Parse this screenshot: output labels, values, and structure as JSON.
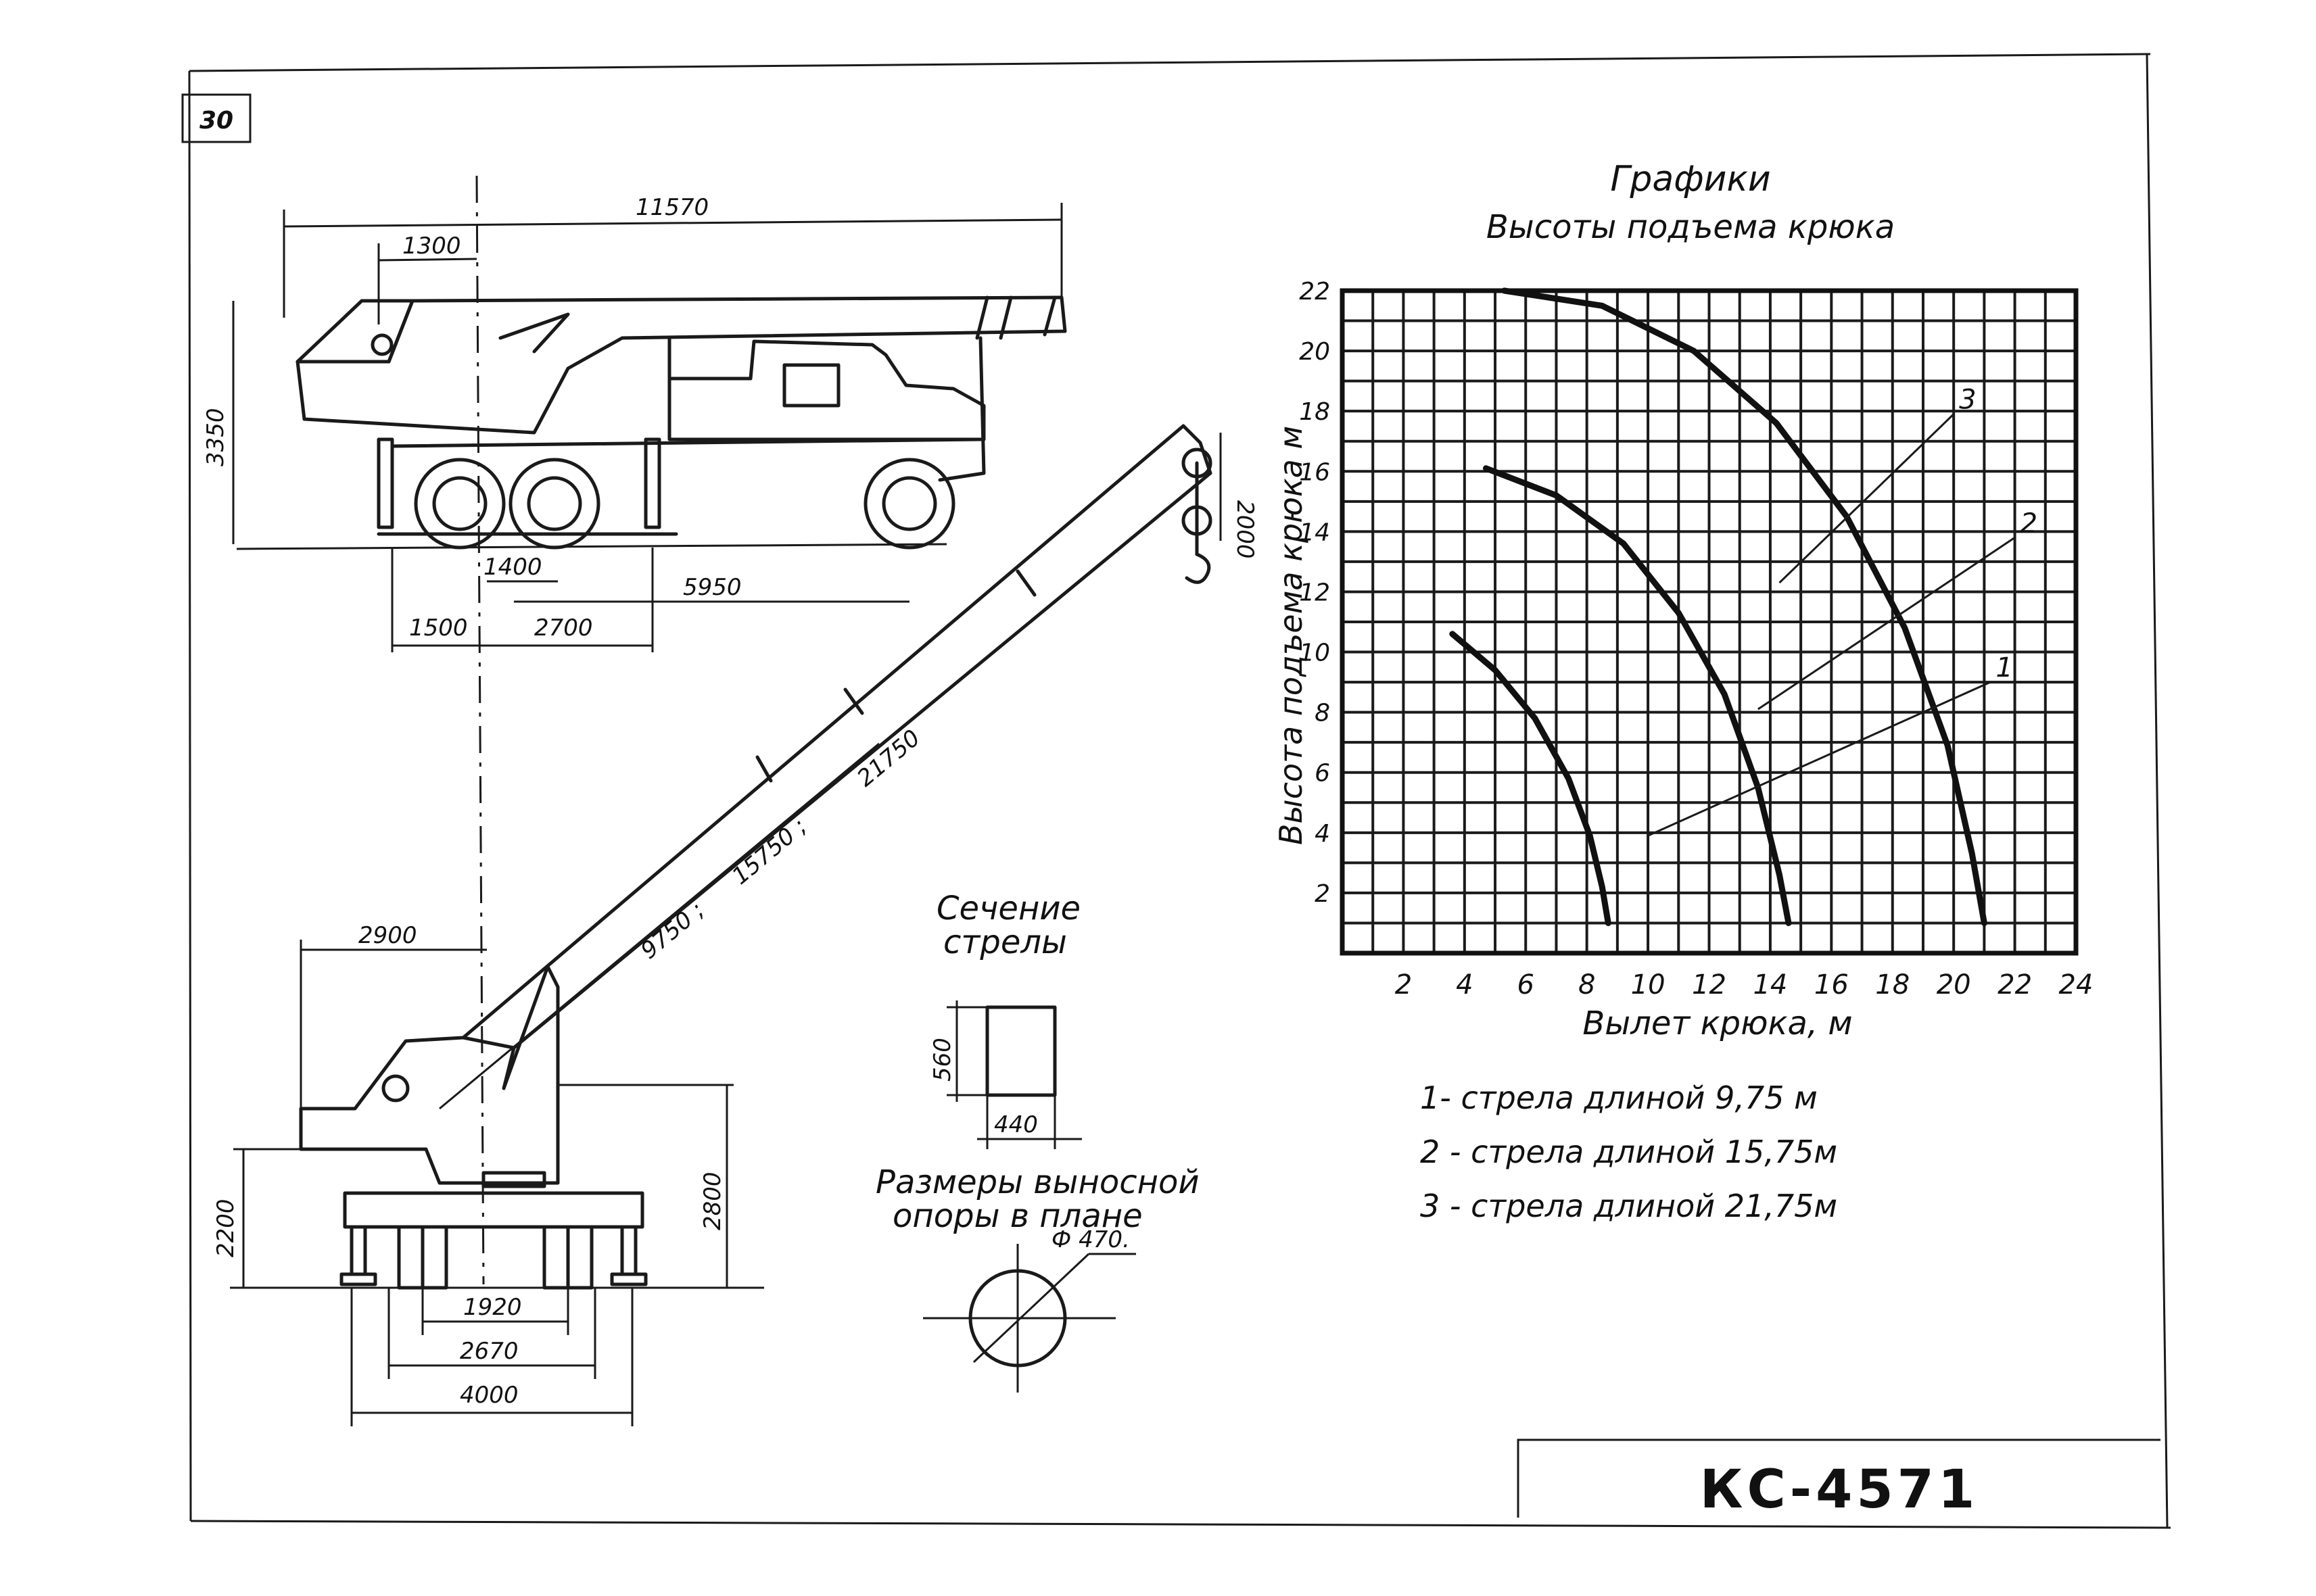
{
  "page_number": "30",
  "title_block": "КС-4571",
  "chart_data": {
    "type": "line",
    "title": "Графики",
    "subtitle": "Высоты подъема крюка",
    "xlabel": "Вылет крюка, м",
    "ylabel": "Высота подъема крюка м",
    "xlim": [
      0,
      24
    ],
    "ylim": [
      0,
      22
    ],
    "x_ticks": [
      "2",
      "4",
      "6",
      "8",
      "10",
      "12",
      "14",
      "16",
      "18",
      "20",
      "22",
      "24"
    ],
    "y_ticks": [
      "2",
      "4",
      "6",
      "8",
      "10",
      "12",
      "14",
      "16",
      "18",
      "20",
      "22"
    ],
    "grid": true,
    "series": [
      {
        "name": "1",
        "x": [
          3.6,
          5.0,
          6.3,
          7.4,
          8.1,
          8.5,
          8.7
        ],
        "y": [
          10.6,
          9.4,
          7.8,
          5.8,
          3.9,
          2.2,
          1.0
        ]
      },
      {
        "name": "2",
        "x": [
          4.7,
          7.0,
          9.2,
          11.0,
          12.5,
          13.6,
          14.3,
          14.6
        ],
        "y": [
          16.1,
          15.2,
          13.6,
          11.3,
          8.6,
          5.5,
          2.6,
          1.0
        ]
      },
      {
        "name": "3",
        "x": [
          5.3,
          8.5,
          11.5,
          14.2,
          16.5,
          18.4,
          19.8,
          20.6,
          21.0
        ],
        "y": [
          22.0,
          21.5,
          20.0,
          17.6,
          14.5,
          10.8,
          6.9,
          3.3,
          1.0
        ]
      }
    ],
    "callouts": [
      "1",
      "2",
      "3"
    ],
    "legend": [
      "1- стрела длиной  9,75 м",
      "2 - стрела длиной  15,75м",
      "3 - стрела длиной  21,75м"
    ]
  },
  "drawing": {
    "top_view": {
      "dims": [
        "11570",
        "1300",
        "3350",
        "1400",
        "5950",
        "1500",
        "2700"
      ]
    },
    "side_view": {
      "boom_dims": [
        "9750 ;",
        "15750 ;",
        "21750"
      ],
      "dims": [
        "2900",
        "2000",
        "2200",
        "2800",
        "1920",
        "2670",
        "4000"
      ]
    },
    "boom_section": {
      "title_line1": "Сечение",
      "title_line2": "стрелы",
      "dims": [
        "560",
        "440"
      ]
    },
    "outrigger": {
      "title_line1": "Размеры выносной",
      "title_line2": "опоры в плане",
      "diameter": "Ф 470."
    }
  }
}
